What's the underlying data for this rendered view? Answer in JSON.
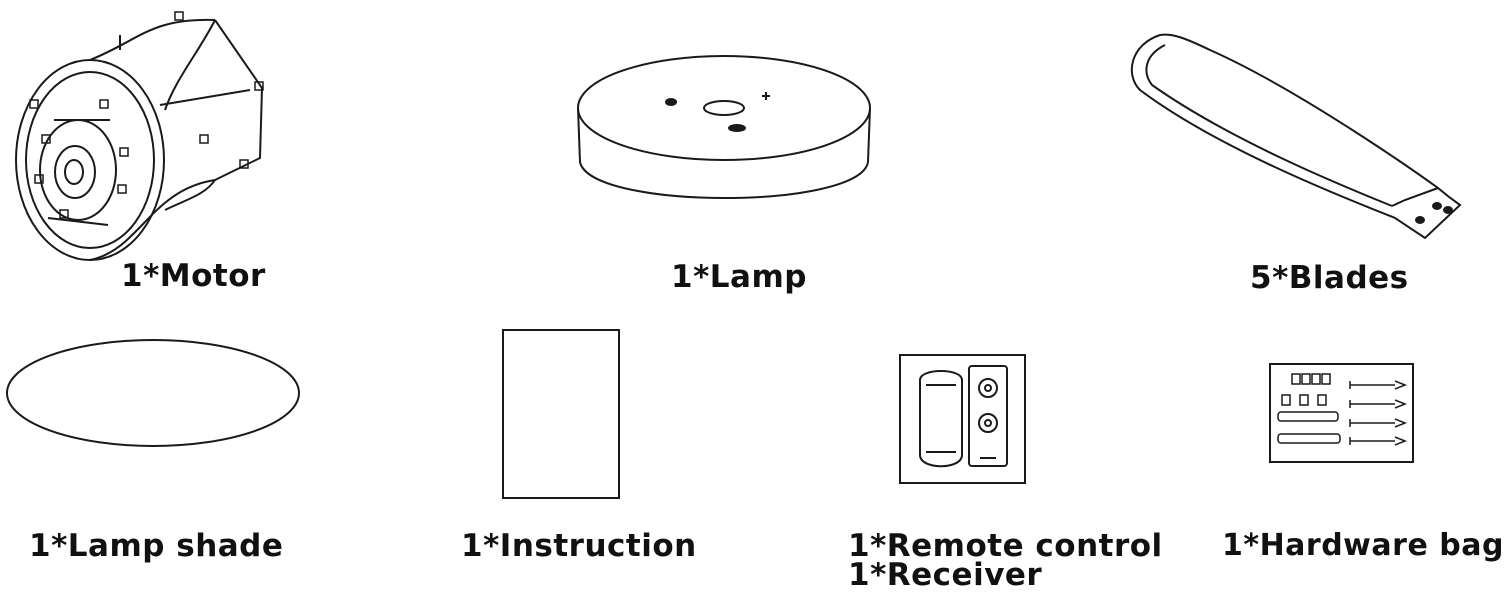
{
  "labels": {
    "motor": "1*Motor",
    "lamp": "1*Lamp",
    "blades": "5*Blades",
    "lamp_shade": "1*Lamp shade",
    "instruction": "1*Instruction",
    "remote_control": "1*Remote control",
    "receiver": "1*Receiver",
    "hardware_bag": "1*Hardware bag"
  },
  "icons": [
    "motor-icon",
    "lamp-icon",
    "blade-icon",
    "lamp-shade-icon",
    "instruction-sheet-icon",
    "remote-receiver-icon",
    "hardware-bag-icon"
  ],
  "colors": {
    "line": "#1a1a1a",
    "background": "#ffffff"
  }
}
